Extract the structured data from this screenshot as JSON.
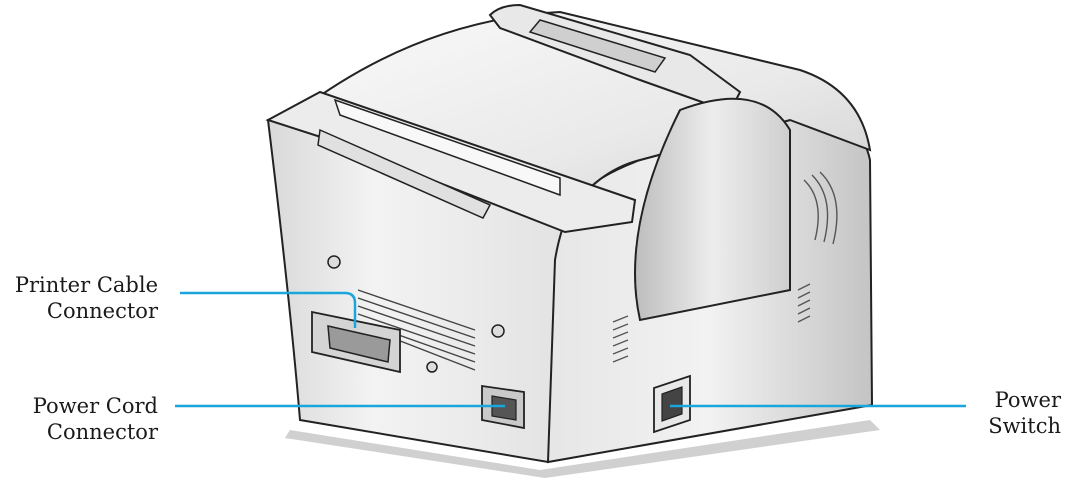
{
  "callouts": {
    "printer_cable": {
      "line1": "Printer Cable",
      "line2": "Connector"
    },
    "power_cord": {
      "line1": "Power Cord",
      "line2": "Connector"
    },
    "power_switch": {
      "line1": "Power",
      "line2": "Switch"
    }
  },
  "colors": {
    "leader_line": "#1aa6dc",
    "outline": "#222222",
    "shell_light": "#f4f4f4",
    "shell_mid": "#d8d8d8",
    "shell_dark": "#b5b5b5"
  }
}
